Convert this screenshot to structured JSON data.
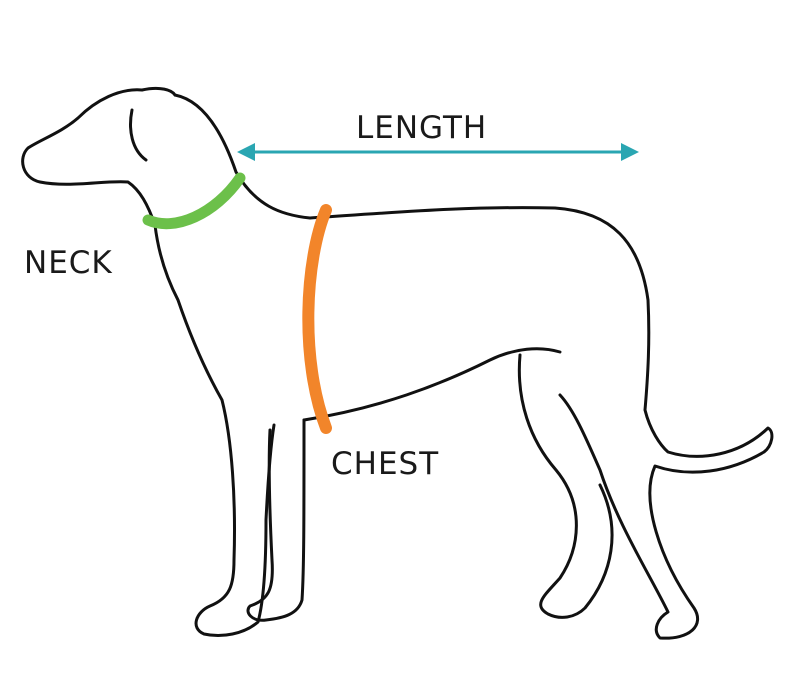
{
  "labels": {
    "length": "LENGTH",
    "neck": "NECK",
    "chest": "CHEST"
  },
  "colors": {
    "outline": "#111111",
    "length_arrow": "#2aa6b2",
    "neck_band": "#6cc04a",
    "chest_band": "#f2852a"
  },
  "icons": {
    "dog": "dog-silhouette-icon"
  }
}
